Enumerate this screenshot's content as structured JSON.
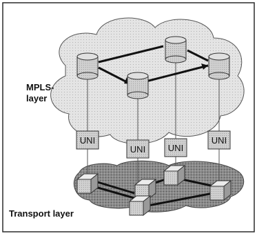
{
  "layers": {
    "mpls_label": "MPLS-",
    "mpls_label_line2": "layer",
    "transport_label": "Transport layer"
  },
  "uni_label": "UNI",
  "colors": {
    "frame_border": "#2a2a2a",
    "cloud_fill": "#e6e6e6",
    "cloud_stroke": "#555555",
    "transport_fill": "#8a8a8a",
    "cylinder_fill": "#cfcfcf",
    "cube_fill": "#d8d8d8",
    "uni_fill": "#bdbdbd",
    "link_stroke": "#111111"
  },
  "icons": [
    "router-cylinder-icon",
    "switch-cube-icon",
    "uni-box-icon",
    "cloud-icon"
  ]
}
